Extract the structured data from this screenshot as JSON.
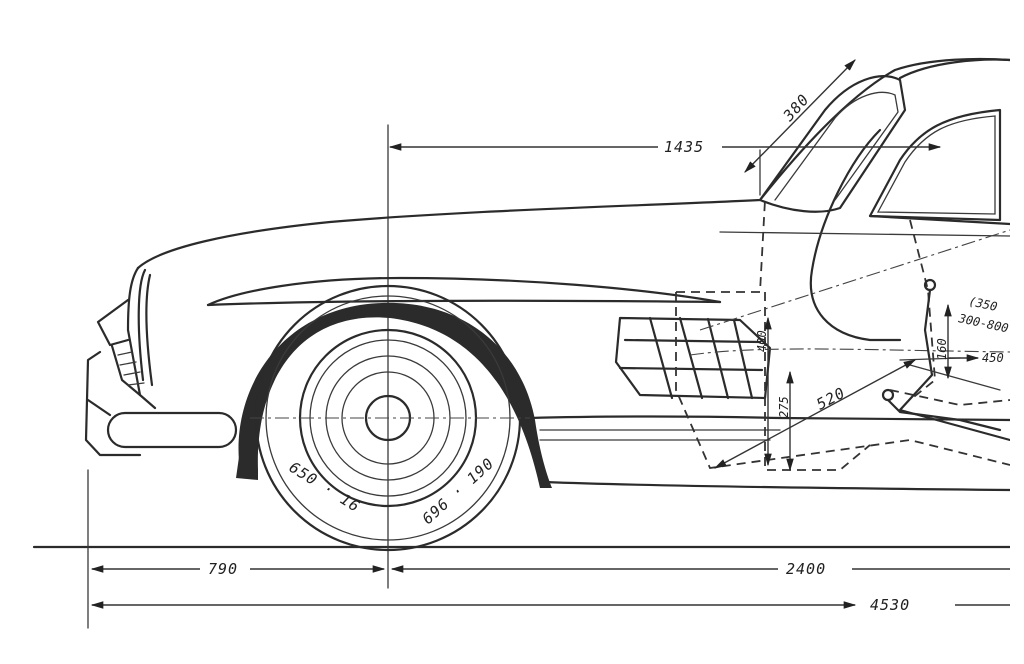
{
  "dimensions": {
    "windshield": "380",
    "front_to_windshield": "1435",
    "front_overhang": "790",
    "wheelbase": "2400",
    "overall_length": "4530",
    "sill_height": "275",
    "vent_height": "400",
    "diagonal": "520",
    "post_height": "160",
    "side_a": "(350",
    "side_b": "300-800",
    "side_c": "450"
  },
  "tire": {
    "size_left": "650 · 16",
    "size_right": "696 · 190"
  }
}
